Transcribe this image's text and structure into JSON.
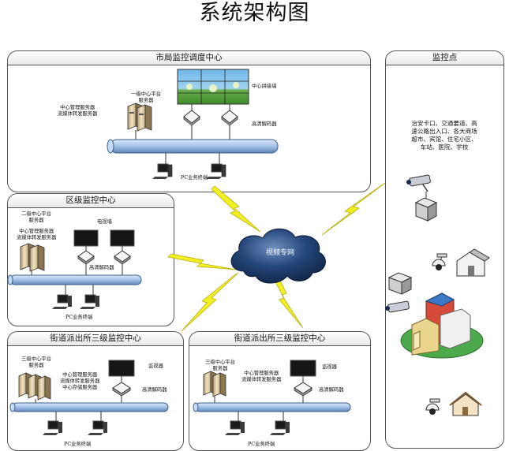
{
  "title": "系统架构图",
  "city_center": {
    "title": "市局监控调度中心",
    "level1_platform": "一级中心平台\n服务器",
    "mgmt_servers": "中心管理服务器\n流媒体转发服务器",
    "video_wall": "中心拼接墙",
    "hd_decoder": "高清解码器",
    "pc_terminal": "PC业务终端"
  },
  "district_center": {
    "title": "区级监控中心",
    "level2_platform": "二级中心平台\n服务器",
    "mgmt_servers": "中心管理服务器\n流媒体转发服务器",
    "tv_wall": "电视墙",
    "hd_decoder": "高清解码器",
    "pc_terminal": "PC业务终端"
  },
  "street_center_a": {
    "title": "街道派出所三级监控中心",
    "level3_platform": "三级中心平台\n服务器",
    "mgmt_servers": "中心管理服务器\n流媒体转发服务器\n中心存储服务器",
    "monitor": "监视器",
    "hd_decoder": "高清解码器",
    "pc_terminal": "PC业务终端"
  },
  "street_center_b": {
    "title": "街道派出所三级监控中心",
    "level3_platform": "三级中心平台\n服务器",
    "mgmt_servers": "中心管理服务器\n流媒体转发服务器",
    "monitor": "监视器",
    "hd_decoder": "高清解码器",
    "pc_terminal": "PC业务终端"
  },
  "monitor_points": {
    "title": "监控点",
    "description": "治安卡口、交通要道、高\n速公路出入口、各大商场\n超市、宾馆、住宅小区、\n车站、医院、学校"
  },
  "network": {
    "label": "视频专网"
  },
  "colors": {
    "bus_pipe": "#a9c6ea",
    "bolt": "#f2ef22",
    "cloud": "#16325a",
    "panel_border": "#555555"
  }
}
